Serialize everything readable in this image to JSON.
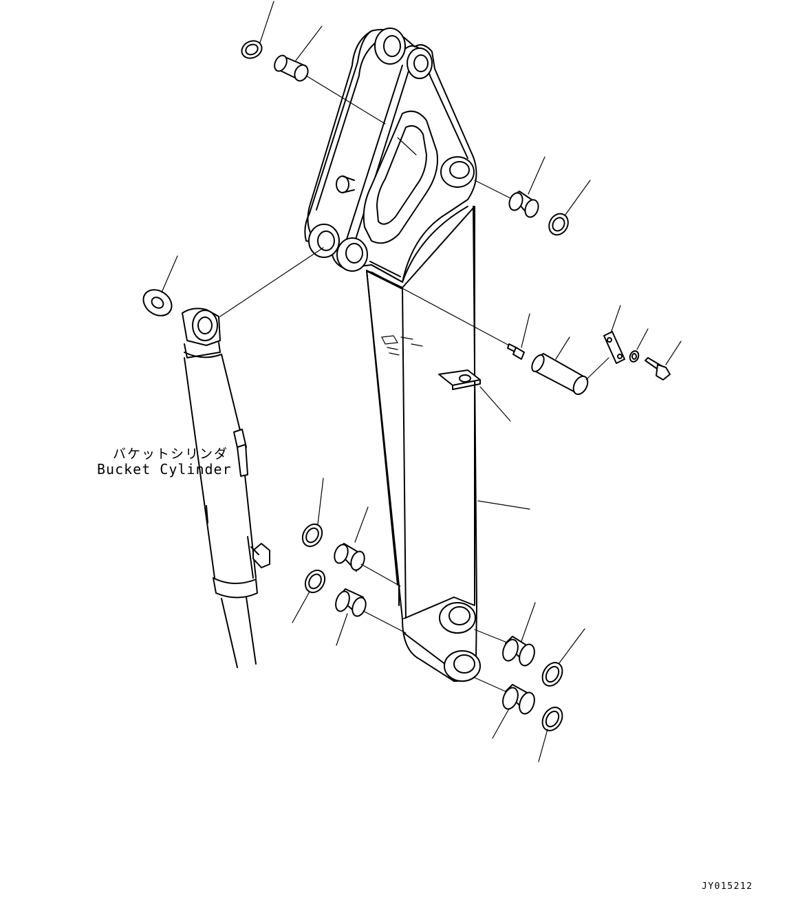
{
  "cylinder_label": {
    "japanese": "バケットシリンダ",
    "english": "Bucket Cylinder"
  },
  "drawing_code": "JY015212",
  "icons": [
    "arm-icon",
    "bucket-cylinder-icon",
    "bushing-icon",
    "seal-ring-icon",
    "pin-icon",
    "grease-fitting-icon",
    "lock-plate-icon",
    "bolt-icon",
    "washer-icon",
    "shim-icon"
  ]
}
